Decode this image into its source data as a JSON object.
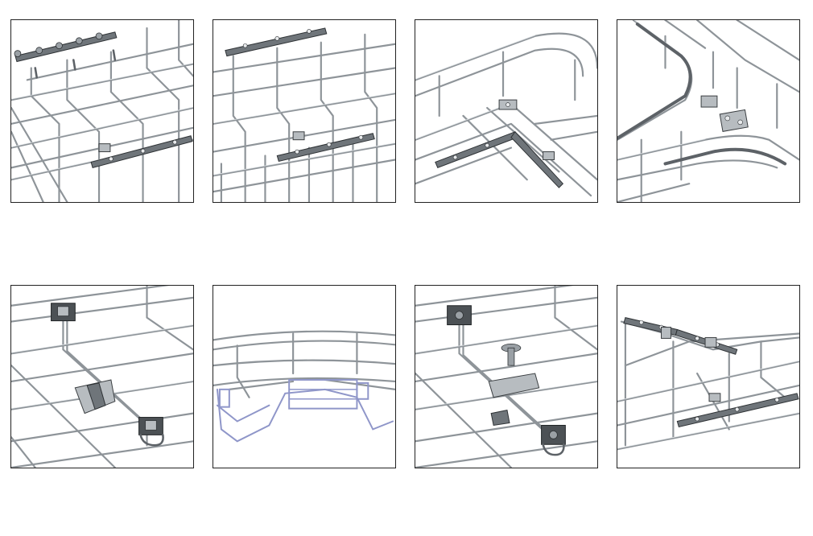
{
  "panels": [
    {
      "id": 1,
      "icon": "splice-plate-bolted-icon"
    },
    {
      "id": 2,
      "icon": "straight-splice-plate-icon"
    },
    {
      "id": 3,
      "icon": "tee-junction-connector-icon"
    },
    {
      "id": 4,
      "icon": "curved-bend-connector-icon"
    },
    {
      "id": 5,
      "icon": "quick-clip-coupler-icon"
    },
    {
      "id": 6,
      "icon": "horizontal-bend-icon"
    },
    {
      "id": 7,
      "icon": "bolted-clamp-coupler-icon"
    },
    {
      "id": 8,
      "icon": "angle-splice-connector-icon"
    }
  ],
  "colors": {
    "wire": "#8e9499",
    "plate": "#6f757a",
    "border": "#222222",
    "background": "#ffffff"
  }
}
